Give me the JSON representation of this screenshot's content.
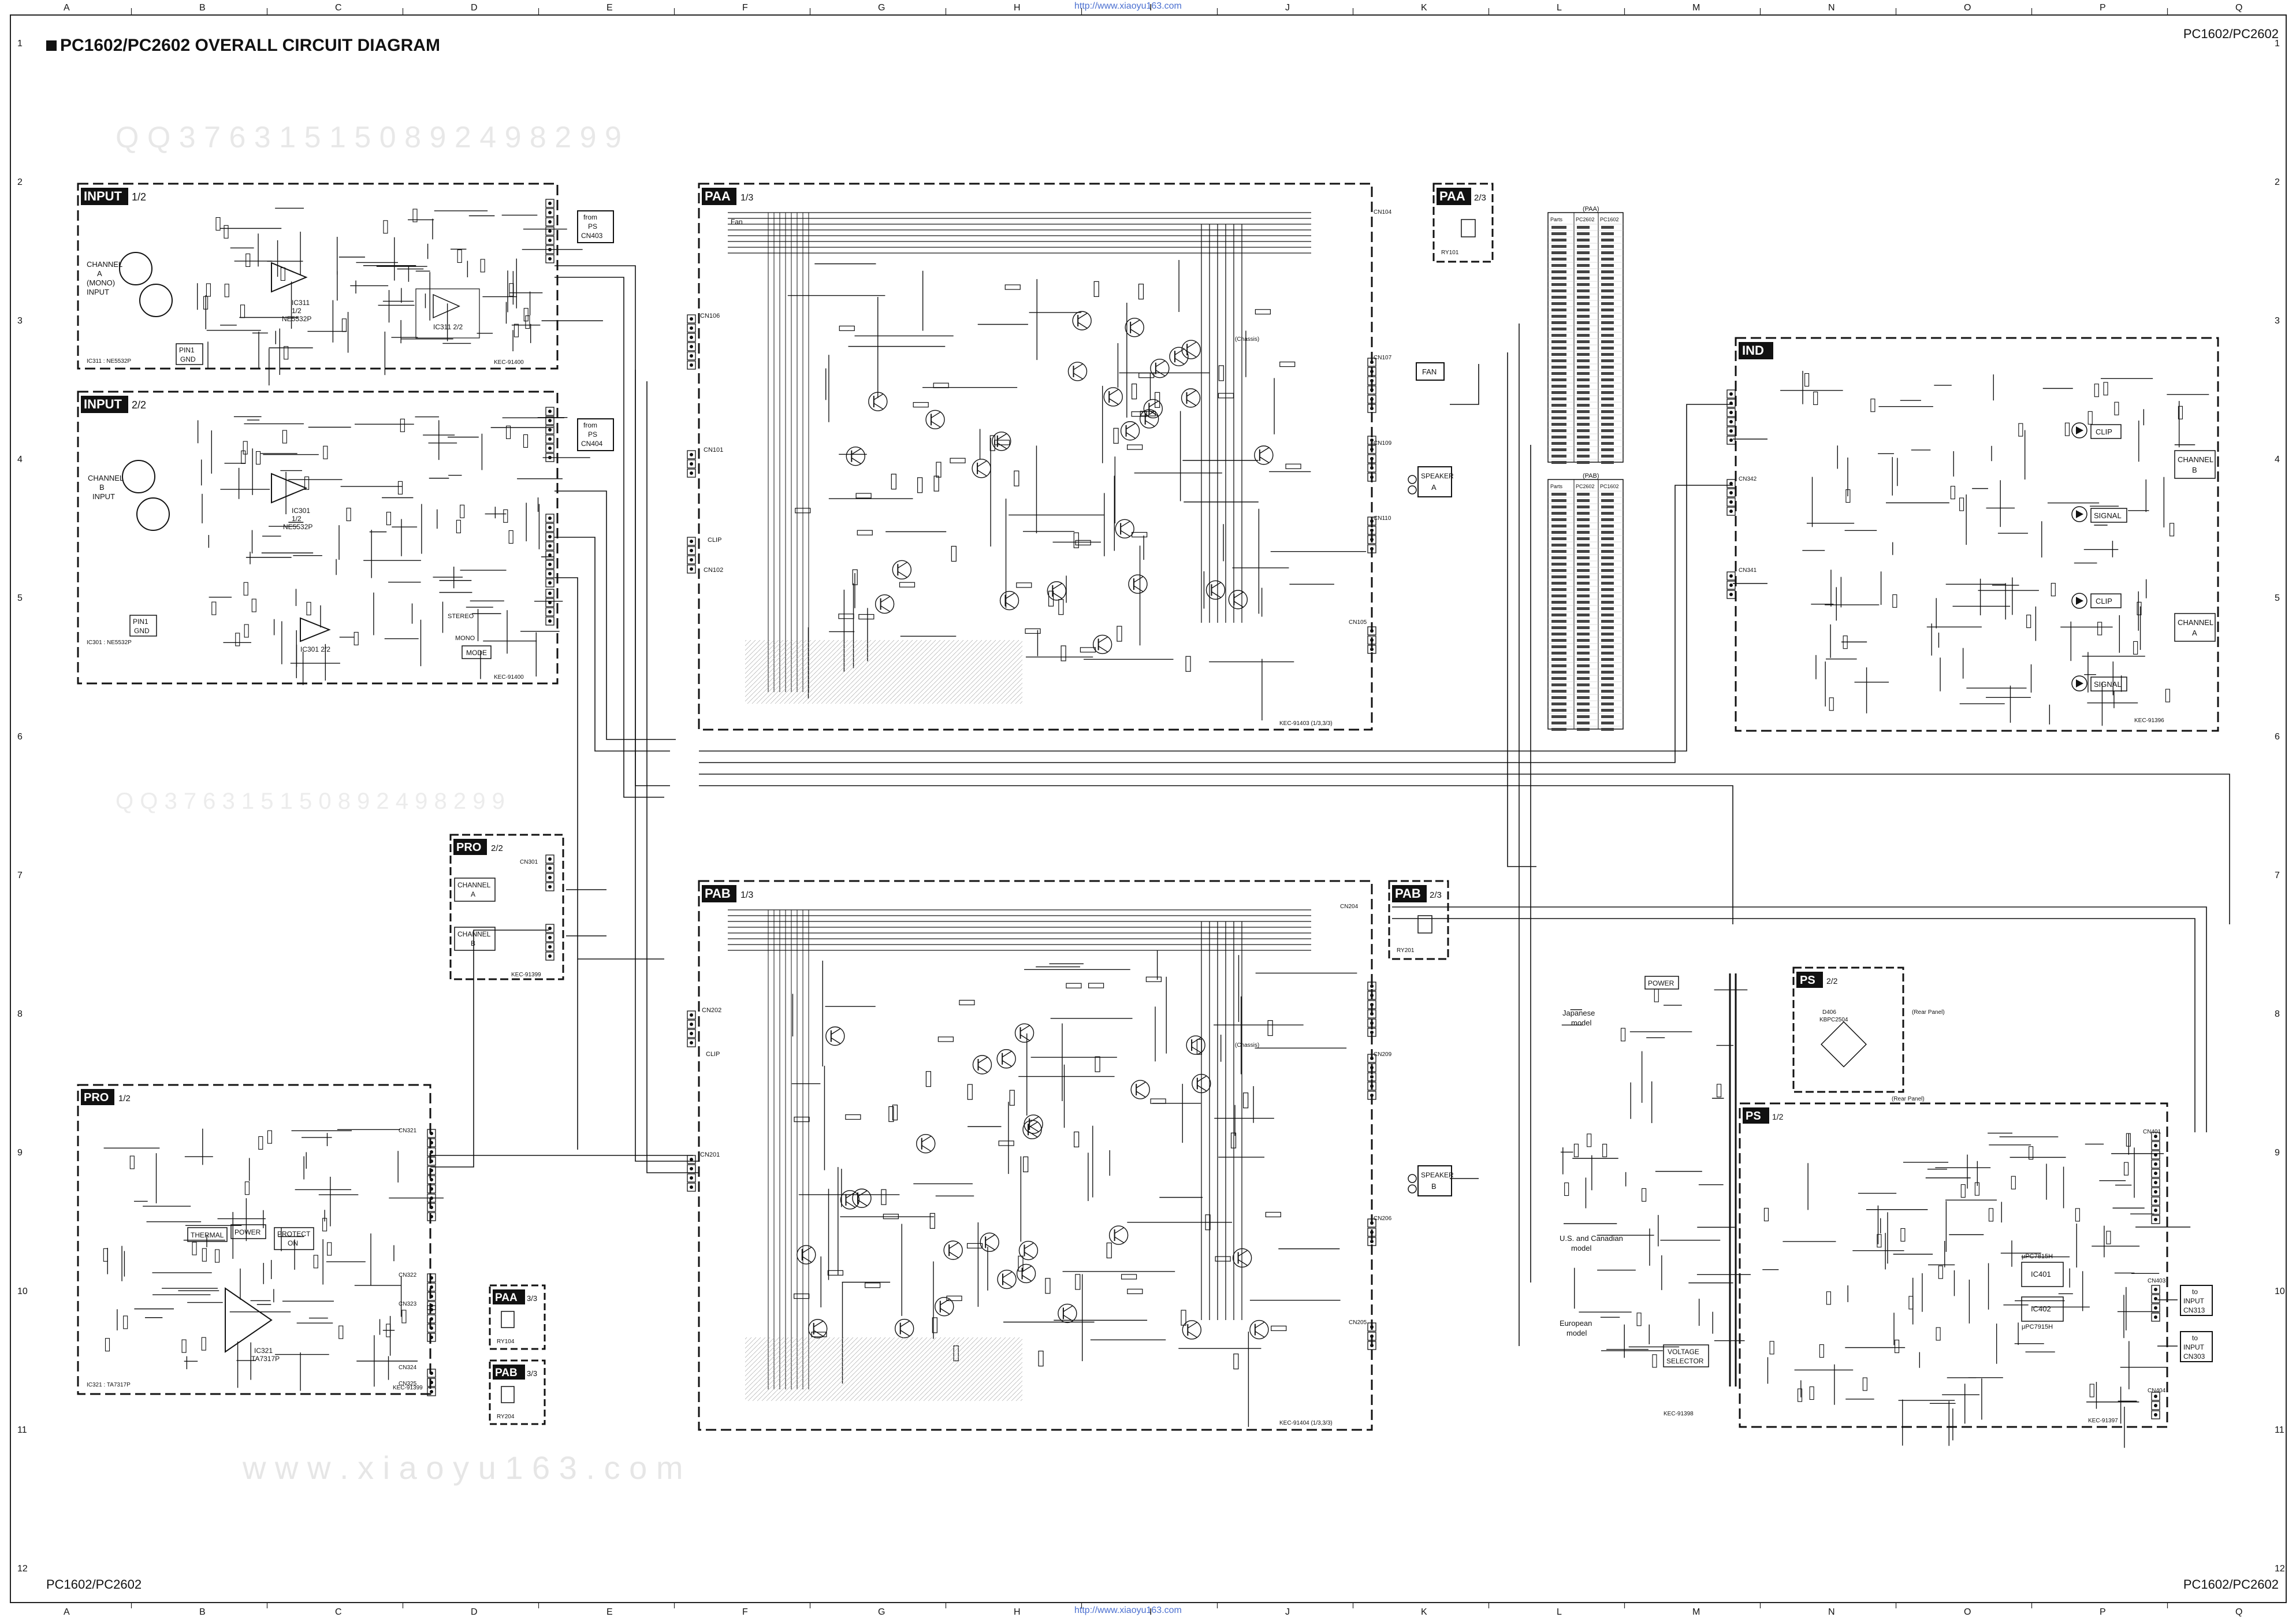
{
  "header": {
    "title": "PC1602/PC2602 OVERALL CIRCUIT DIAGRAM",
    "model_tr": "PC1602/PC2602",
    "model_bl": "PC1602/PC2602",
    "model_br": "PC1602/PC2602"
  },
  "watermark": {
    "url_top": "http://www.xiaoyu163.com",
    "url_bottom": "http://www.xiaoyu163.com",
    "www": "w w w . x i a o y u 1 6 3 . c o m",
    "digits": "Q Q 3 7 6 3 1 5 1 5 0 8 9 2 4 9 8 2 9 9"
  },
  "grid": {
    "cols": [
      "A",
      "B",
      "C",
      "D",
      "E",
      "F",
      "G",
      "H",
      "I",
      "J",
      "K",
      "L",
      "M",
      "N",
      "O",
      "P",
      "Q"
    ],
    "rows": [
      "1",
      "2",
      "3",
      "4",
      "5",
      "6",
      "7",
      "8",
      "9",
      "10",
      "11",
      "12"
    ]
  },
  "blocks": {
    "input1": {
      "title": "INPUT",
      "page": "1/2",
      "labels": [
        "CHANNEL",
        "A",
        "(MONO)",
        "INPUT",
        "PIN1",
        "GND",
        "IC311",
        "1/2",
        "NE5532P",
        "IC311 2/2",
        "from",
        "PS",
        "CN403",
        "KEC-91400"
      ]
    },
    "input2": {
      "title": "INPUT",
      "page": "2/2",
      "labels": [
        "CHANNEL",
        "B",
        "INPUT",
        "PIN1",
        "GND",
        "IC301",
        "1/2",
        "NE5532P",
        "IC301 2/2",
        "from",
        "PS",
        "CN404",
        "STEREO",
        "MONO",
        "MODE",
        "KEC-91400"
      ]
    },
    "paa1": {
      "title": "PAA",
      "page": "1/3",
      "labels": [
        "Fan",
        "CN106",
        "CN101",
        "CLIP",
        "CN102",
        "SPEAKER",
        "A",
        "CN107",
        "FAN",
        "CN109",
        "CN110",
        "CN105",
        "(Chassis)",
        "KEC-91403 (1/3,3/3)"
      ]
    },
    "paa2": {
      "title": "PAA",
      "page": "2/3",
      "labels": [
        "RY101",
        "CN104"
      ]
    },
    "pab1": {
      "title": "PAB",
      "page": "1/3",
      "labels": [
        "CN202",
        "CLIP",
        "CN201",
        "SPEAKER",
        "B",
        "CN209",
        "CN206",
        "CN205",
        "(Chassis)",
        "KEC-91404 (1/3,3/3)"
      ]
    },
    "pab2": {
      "title": "PAB",
      "page": "2/3",
      "labels": [
        "RY201",
        "CN204"
      ]
    },
    "pro1": {
      "title": "PRO",
      "page": "1/2",
      "labels": [
        "THERMAL",
        "POWER",
        "PROTECT",
        "ON",
        "IC321",
        "TA7317P",
        "CN321",
        "CN322",
        "CN323",
        "CN324",
        "CN325",
        "KEC-91399"
      ]
    },
    "pro2": {
      "title": "PRO",
      "page": "2/2",
      "labels": [
        "CHANNEL",
        "A",
        "CHANNEL",
        "B",
        "CN301",
        "KEC-91399"
      ]
    },
    "paa3": {
      "title": "PAA",
      "page": "3/3",
      "labels": [
        "RY104"
      ]
    },
    "pab3": {
      "title": "PAB",
      "page": "3/3",
      "labels": [
        "RY204"
      ]
    },
    "ind": {
      "title": "IND",
      "page": "",
      "labels": [
        "CLIP",
        "SIGNAL",
        "CLIP",
        "SIGNAL",
        "CHANNEL",
        "B",
        "CHANNEL",
        "A",
        "CN342",
        "CN341",
        "KEC-91396"
      ]
    },
    "ps1": {
      "title": "PS",
      "page": "1/2",
      "labels": [
        "IC401",
        "IC402",
        "μPC7815H",
        "μPC7915H",
        "CN401",
        "CN403",
        "to",
        "INPUT",
        "CN313",
        "CN404",
        "CN303",
        "KEC-91397"
      ]
    },
    "ps2": {
      "title": "PS",
      "page": "2/2",
      "labels": [
        "D406",
        "KBPC2504",
        "(Rear Panel)",
        "(Rear Panel)",
        "KEC-91398"
      ]
    },
    "power": {
      "labels": [
        "POWER",
        "Japanese",
        "model",
        "U.S. and Canadian",
        "model",
        "European",
        "model",
        "VOLTAGE",
        "SELECTOR",
        "KEC-91398"
      ]
    }
  },
  "parts_tables": {
    "paa": {
      "title": "(PAA)",
      "cols": [
        "Parts",
        "PC2602",
        "PC1602"
      ]
    },
    "pab": {
      "title": "(PAB)",
      "cols": [
        "Parts",
        "PC2602",
        "PC1602"
      ]
    }
  },
  "notes": {
    "input1_ic": "IC311 : NE5532P",
    "input2_ic": "IC301 : NE5532P",
    "pro_ic": "IC321 : TA7317P"
  }
}
